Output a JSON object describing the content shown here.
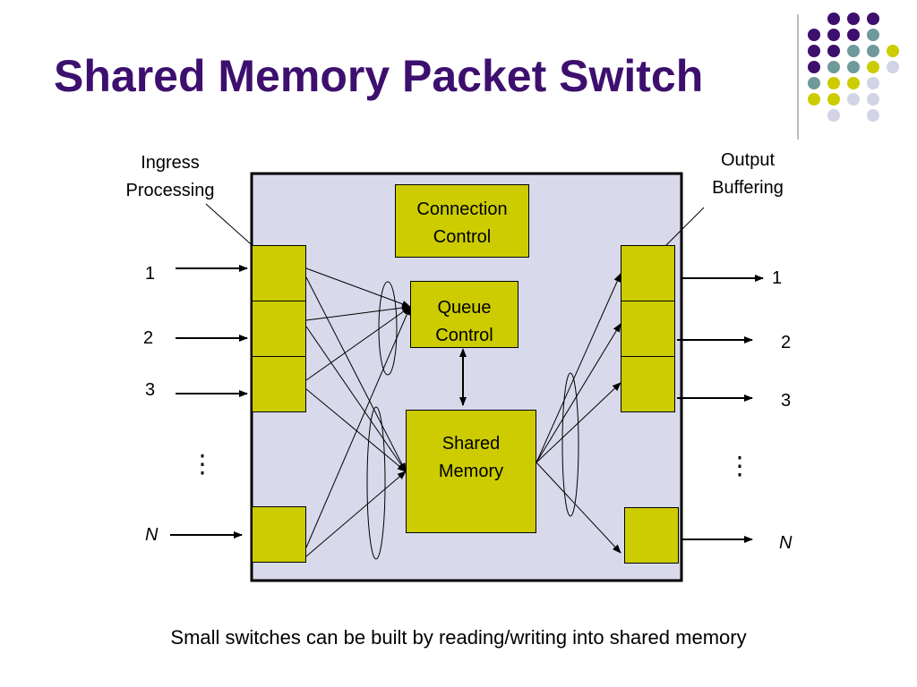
{
  "slide": {
    "title": "Shared Memory Packet Switch",
    "caption": "Small switches can be built by reading/writing into shared memory"
  },
  "diagram": {
    "labels": {
      "ingress_line1": "Ingress",
      "ingress_line2": "Processing",
      "output_line1": "Output",
      "output_line2": "Buffering"
    },
    "blocks": {
      "connection_control_line1": "Connection",
      "connection_control_line2": "Control",
      "queue_control_line1": "Queue",
      "queue_control_line2": "Control",
      "shared_memory_line1": "Shared",
      "shared_memory_line2": "Memory"
    },
    "inputs": [
      "1",
      "2",
      "3",
      "N"
    ],
    "outputs": [
      "1",
      "2",
      "3",
      "N"
    ],
    "ellipsis": "⋮"
  },
  "colors": {
    "title": "#3d0f6e",
    "block_fill": "#cccc00",
    "switch_fill": "#d9d9ec",
    "dot_purple": "#3d0f6e",
    "dot_teal": "#6e9a9a",
    "dot_yellow": "#cccc00",
    "dot_lavender": "#d3d3e6"
  }
}
